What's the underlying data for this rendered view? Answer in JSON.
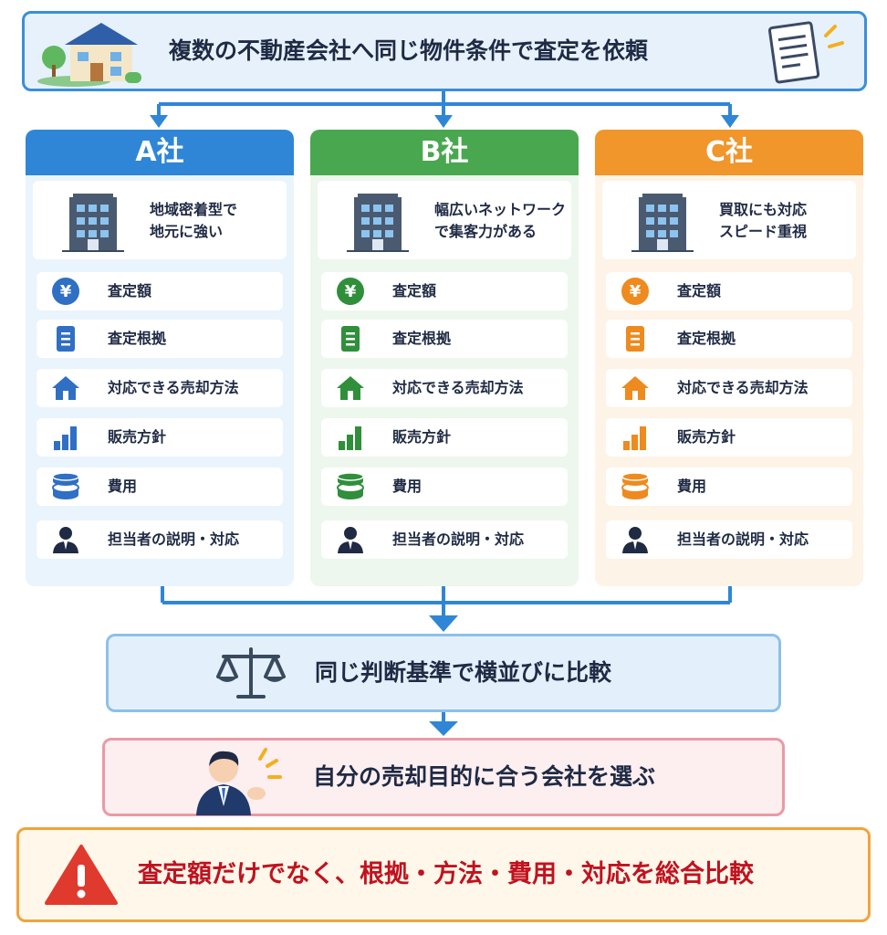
{
  "header": {
    "title": "複数の不動産会社へ同じ物件条件で査定を依頼"
  },
  "companies": [
    {
      "name": "A社",
      "desc_line1": "地域密着型で",
      "desc_line2": "地元に強い",
      "color": "#2f86d6",
      "bg": "#eaf4fd",
      "icon_color": "#2f6fc4"
    },
    {
      "name": "B社",
      "desc_line1": "幅広いネットワーク",
      "desc_line2": "で集客力がある",
      "color": "#49a84f",
      "bg": "#edf7ed",
      "icon_color": "#2f8f3b"
    },
    {
      "name": "C社",
      "desc_line1": "買取にも対応",
      "desc_line2": "スピード重視",
      "color": "#f0962a",
      "bg": "#fdf3e6",
      "icon_color": "#ee8a1e"
    }
  ],
  "criteria": [
    "査定額",
    "査定根拠",
    "対応できる売却方法",
    "販売方針",
    "費用",
    "担当者の説明・対応"
  ],
  "criteria_icons": [
    "yen-icon",
    "document-list-icon",
    "house-icon",
    "bar-chart-icon",
    "coin-stack-icon",
    "person-icon"
  ],
  "compare": {
    "text": "同じ判断基準で横並びに比較"
  },
  "choose": {
    "text": "自分の売却目的に合う会社を選ぶ"
  },
  "warning": {
    "text": "査定額だけでなく、根拠・方法・費用・対応を総合比較"
  }
}
